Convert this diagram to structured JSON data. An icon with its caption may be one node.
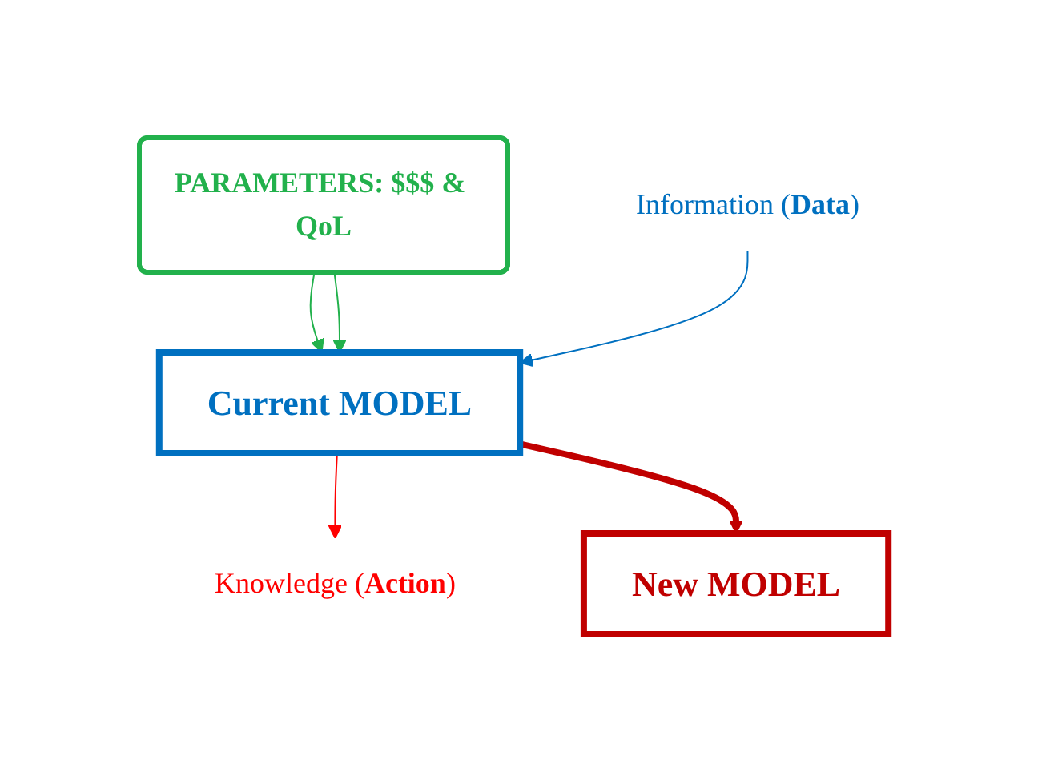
{
  "diagram": {
    "nodes": [
      {
        "text": [
          "PARAMETERS: $$$ & QoL"
        ]
      },
      {
        "text": [
          "Current MODEL"
        ]
      },
      {
        "text": [
          "New MODEL"
        ]
      },
      {
        "text": [
          "Information (**Data**)"
        ]
      },
      {
        "text": [
          "Knowledge (**Action**)"
        ]
      }
    ],
    "edges": [
      {
        "from": 0,
        "to": 1,
        "arrow": "to",
        "color": "#22b14c"
      },
      {
        "from": 0,
        "to": 1,
        "arrow": "to",
        "color": "#22b14c"
      },
      {
        "from": 3,
        "to": 1,
        "arrow": "to",
        "color": "#0070c0"
      },
      {
        "from": 1,
        "to": 4,
        "arrow": "to",
        "color": "#ff0000"
      },
      {
        "from": 1,
        "to": 2,
        "arrow": "to",
        "style": "thick",
        "color": "#c00000"
      }
    ]
  }
}
